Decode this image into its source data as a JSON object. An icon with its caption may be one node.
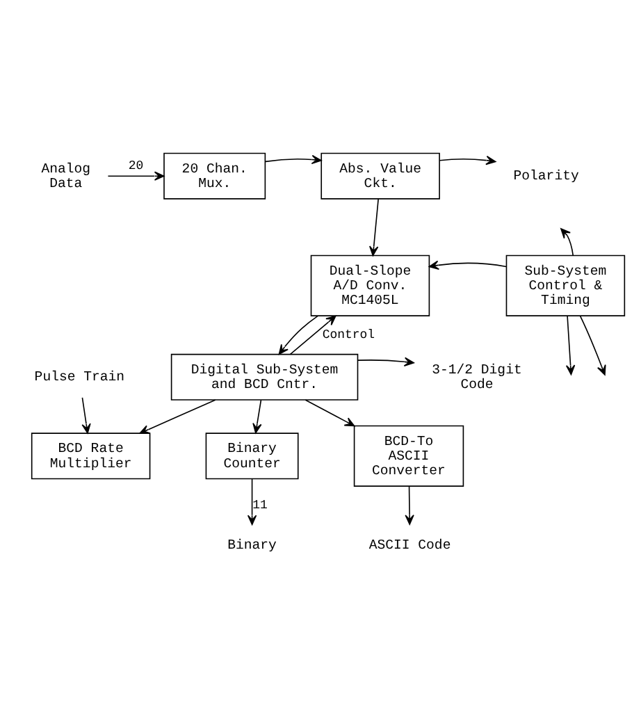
{
  "diagram": {
    "nodes": [
      {
        "text": [
          "Analog Data"
        ]
      },
      {
        "text": [
          "20 Chan. Mux."
        ]
      },
      {
        "text": [
          "Abs. Value Ckt."
        ]
      },
      {
        "text": [
          "Polarity"
        ]
      },
      {
        "text": [
          "Dual-Slope A/D Conv. MC1405L"
        ]
      },
      {
        "text": [
          "Sub-System Control & Timing"
        ]
      },
      {
        "text": [
          "Digital Sub-System and BCD Cntr."
        ]
      },
      {
        "text": [
          "3-1/2 Digit Code"
        ]
      },
      {
        "text": [
          "Pulse Train"
        ]
      },
      {
        "text": [
          "BCD Rate Multiplier"
        ]
      },
      {
        "text": [
          "Binary Counter"
        ]
      },
      {
        "text": [
          "BCD-To ASCII Converter"
        ]
      },
      {
        "text": [
          "Binary"
        ]
      },
      {
        "text": [
          "ASCII Code"
        ]
      }
    ],
    "edges": [
      {
        "from": 0,
        "to": 1,
        "arrow": "to",
        "label": "20"
      },
      {
        "from": 1,
        "to": 2,
        "arrow": "to"
      },
      {
        "from": 2,
        "to": 3,
        "arrow": "to"
      },
      {
        "from": 2,
        "to": 4,
        "arrow": "to"
      },
      {
        "from": 5,
        "to": 4,
        "arrow": "to"
      },
      {
        "from": 5,
        "to": null,
        "arrow": "to"
      },
      {
        "from": 5,
        "to": null,
        "arrow": "to"
      },
      {
        "from": 5,
        "to": null,
        "arrow": "to"
      },
      {
        "from": 6,
        "to": 4,
        "arrow": "to",
        "label": "Control"
      },
      {
        "from": 4,
        "to": 6,
        "arrow": "to"
      },
      {
        "from": 6,
        "to": 7,
        "arrow": "to"
      },
      {
        "from": 6,
        "to": 9,
        "arrow": "to"
      },
      {
        "from": 6,
        "to": 10,
        "arrow": "to"
      },
      {
        "from": 6,
        "to": 11,
        "arrow": "to"
      },
      {
        "from": 8,
        "to": 9,
        "arrow": "to"
      },
      {
        "from": 10,
        "to": 12,
        "arrow": "to",
        "label": "11"
      },
      {
        "from": 11,
        "to": 13,
        "arrow": "to"
      }
    ]
  }
}
